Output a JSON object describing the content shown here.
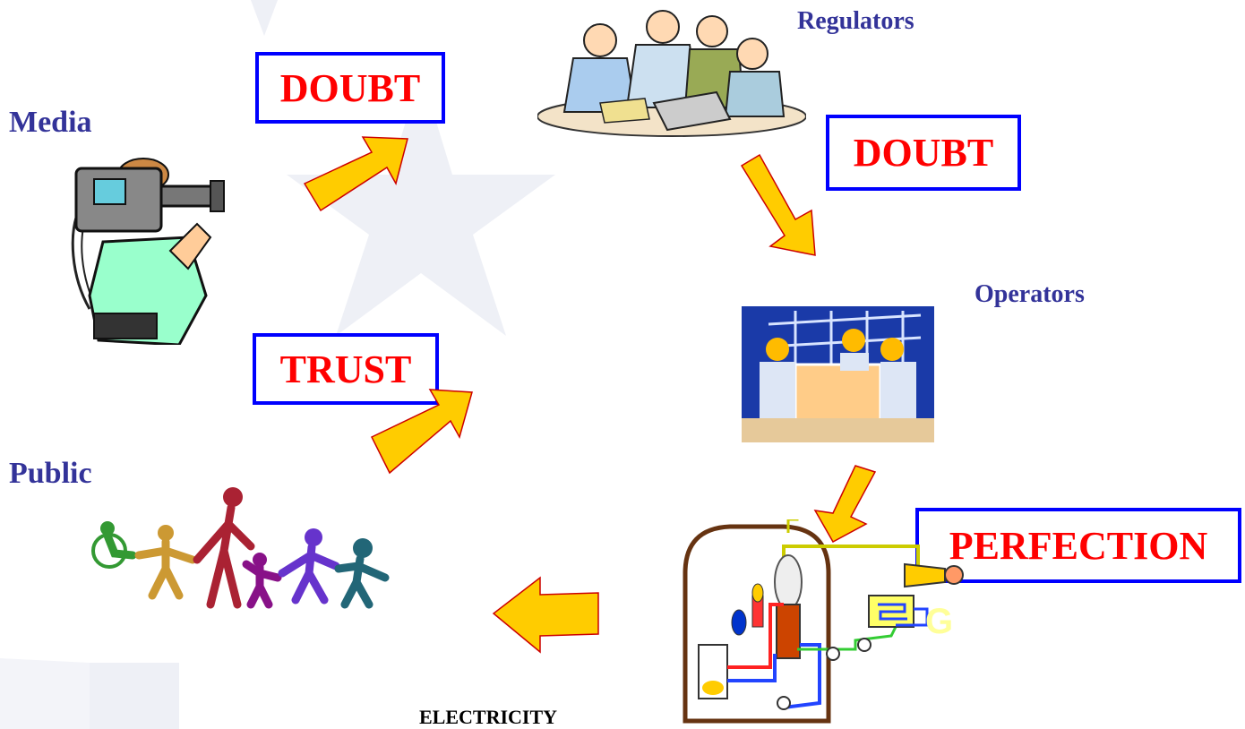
{
  "labels": {
    "media": "Media",
    "regulators": "Regulators",
    "operators": "Operators",
    "public": "Public",
    "electricity": "ELECTRICITY"
  },
  "boxes": {
    "doubt_left": "DOUBT",
    "doubt_right": "DOUBT",
    "trust": "TRUST",
    "perfection": "PERFECTION"
  },
  "plant": {
    "generator_letter": "G"
  },
  "colors": {
    "label_text": "#333399",
    "box_text": "#ff0000",
    "box_border": "#0000ff",
    "arrow_fill": "#ffcc00",
    "arrow_stroke": "#cc0000"
  }
}
